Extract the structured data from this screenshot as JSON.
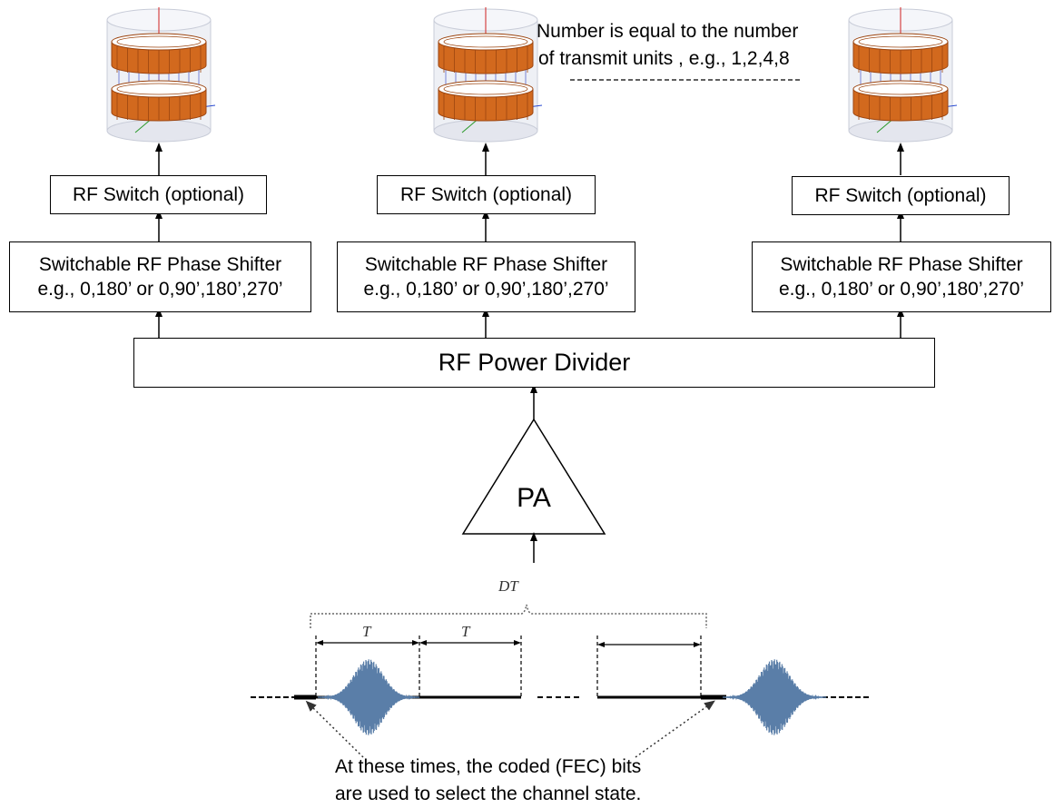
{
  "diagram": {
    "units": [
      {
        "rf_switch_label": "RF Switch (optional)",
        "phase_line1": "Switchable RF Phase Shifter",
        "phase_line2": "e.g., 0,180’ or 0,90’,180’,270’"
      },
      {
        "rf_switch_label": "RF Switch (optional)",
        "phase_line1": "Switchable RF Phase Shifter",
        "phase_line2": "e.g., 0,180’ or 0,90’,180’,270’"
      },
      {
        "rf_switch_label": "RF Switch (optional)",
        "phase_line1": "Switchable RF Phase Shifter",
        "phase_line2": "e.g., 0,180’ or 0,90’,180’,270’"
      }
    ],
    "note_line1": "Number is equal to the number",
    "note_line2": "of transmit units , e.g., 1,2,4,8",
    "divider_label": "RF Power Divider",
    "pa_label": "PA",
    "timing": {
      "dt_label": "DT",
      "t_label_1": "T",
      "t_label_2": "T"
    },
    "caption_line1": "At these times, the coded (FEC) bits",
    "caption_line2": "are used to select the channel state."
  },
  "colors": {
    "coil_copper": "#d2691e",
    "coil_dark": "#9c4510",
    "cylinder": "#c8ccd8",
    "wave": "#5a7ea8",
    "axis_red": "#d02020",
    "axis_green": "#2a9a2a",
    "axis_blue": "#2a4ad0"
  }
}
